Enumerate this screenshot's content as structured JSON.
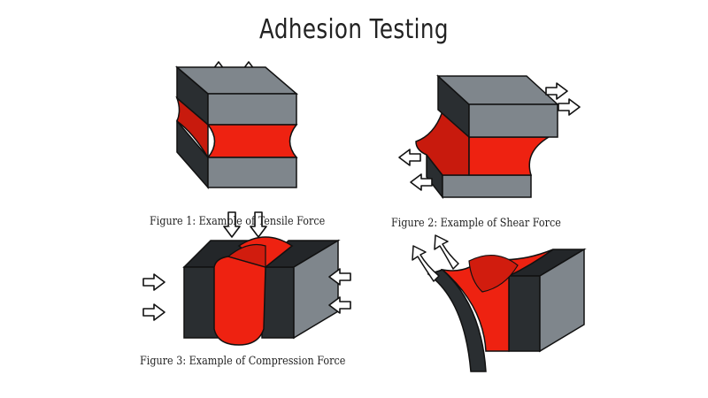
{
  "title": "Adhesion Testing",
  "figures": [
    {
      "caption": "Figure 1: Example of Tensile Force",
      "force": "tensile"
    },
    {
      "caption": "Figure 2: Example of Shear Force",
      "force": "shear"
    },
    {
      "caption": "Figure 3: Example of Compression Force",
      "force": "compression"
    },
    {
      "caption": "",
      "force": "peel"
    }
  ],
  "colors": {
    "adhesive": "#ee2211",
    "adhesive_edge": "#8a1208",
    "substrate_top": "#7f868c",
    "substrate_side": "#2a2e31",
    "outline": "#111111",
    "arrow_fill": "#ffffff"
  }
}
